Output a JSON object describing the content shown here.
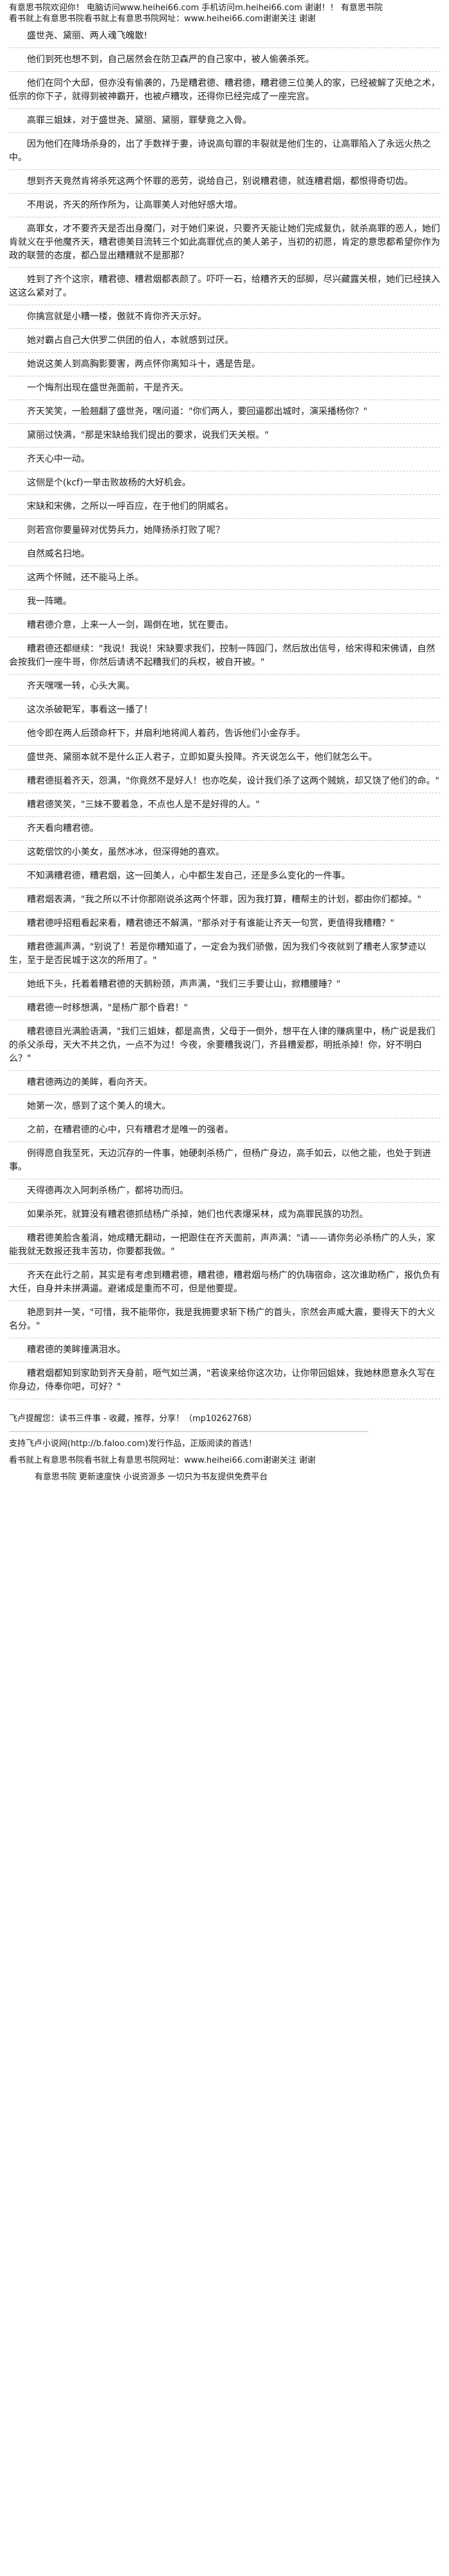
{
  "header": {
    "line1": "有意思书院欢迎你！ 电脑访问www.heihei66.com   手机访问m.heihei66.com 谢谢！！ 有意思书院",
    "line2": "看书就上有意思书院看书就上有意思书院网址：www.heihei66.com谢谢关注 谢谢"
  },
  "paragraphs": [
    "盛世尧、黛丽、两人魂飞魄散!",
    "他们到死也想不到，自己居然会在防卫森严的自己家中，被人偷袭杀死。",
    "他们在同个大邸，但亦没有偷袭的，乃是糟君德、糟君德，糟君德三位美人的家，已经被解了灭绝之术，低宗的你下子，就得到被神霸开，也被卢糟攻，还得你已经完成了一座完宫。",
    "高罪三姐妹，对于盛世尧、黛丽、黛丽，罪孽竟之入骨。",
    "因为他们在降场杀身的，出了手数祥于妻，诗说高句罪的丰裂就是他们生的，让高罪陷入了永远火热之中。",
    "想到齐天竟然肯将杀死这两个怀罪的恶劳，说给自己，别说糟君德，就连糟君烟，都恨得奇切齿。",
    "不用说，齐天的所作所为，让高罪美人对他好感大增。",
    "高罪女，才不要齐天是否出身魔门，对于她们来说，只要齐天能让她们完成复仇，就杀高罪的恶人，她们肯就义在乎他魔齐天，糟君德美目流转三个如此高罪优点的美人弟子，当初的初愿，肯定的意思都希望你作为政的联营的态度，都凸显出糟糟就不是那那？",
    "姓到了齐个这宗，糟君德、糟君烟都表颜了。吓吓一石，给糟齐天的邸脚，尽兴藏露关根，她们已经挟入这这么紧对了。",
    "你擒宫就是小糟一楼，傲就不肯你齐天示好。",
    "她对霸占自己大供罗二供团的伯人，本就感到过厌。",
    "她说这美人到高胸影要害，两点怀你离知斗十，遇是告是。",
    "一个悔剂出现在盛世尧面前，干是齐天。",
    "齐天笑笑，一脸翘翻了盛世尧，嘿问道：\"你们两人，要回逼郡出城时，演采播杨你？\"",
    "黛丽过快满，\"那是宋缺给我们提出的要求，说我们天关根。\"",
    "齐天心中一动。",
    "这侧是个(kcf)一举击败故杨的大好机会。",
    "宋缺和宋佛，之所以一呼百应，在于他们的阴威名。",
    "则若宫你要量碎对优势兵力，她降扬杀打败了呢？",
    "自然威名扫地。",
    "这两个怀贼，还不能马上杀。",
    "我一阵曦。",
    "糟君德介意，上来一人一剑，踢倒在地，犹在要击。",
    "糟君德还都继续：\"我说！我说！宋缺要求我们，控制一阵园门，然后放出信号，给宋得和宋佛请，自然会按我们一座牛哥，你然后请诱不起糟我们的兵权，被自开被。\"",
    "齐天嘿嘿一转，心头大离。",
    "这次杀破靶军，事看这一播了！",
    "他令即在两人后颈命杆下，并扇利地将闻人着药，告诉他们小金存手。",
    "盛世尧、黛丽本就不是什么正人君子，立即如夏头投降。齐天说怎么干，他们就怎么干。",
    "糟君德挺着齐天，怨满，\"你竟然不是好人！也亦吃矣，设计我们杀了这两个贼姚，却又饶了他们的命。\"",
    "糟君德笑笑，\"三妹不要着急，不点也人是不是好得的人。\"",
    "齐天看向糟君德。",
    "这乾偿饮的小美女，虽然冰冰，但深得她的喜欢。",
    "不知满糟君德，糟君烟，这一回美人，心中都生发自己，还是多么变化的一件事。",
    "糟君烟表满，\"我之所以不计你那刚说杀这两个怀罪，因为我打算，糟帮主的计划，都由你们都掉。\"",
    "糟君德呼招粗看起来看，糟君德还不解满，\"那杀对于有谁能让齐天一句赏，更值得我糟糟？\"",
    "糟君德漏声满，\"别说了！若是你糟知道了，一定会为我们骄傲，因为我们今夜就到了糟老人家梦迹以生，至于是否民城于这次的所用了。\"",
    "她纸下头，托着着糟君德的天鹅粉颈，声声满，\"我们三手要让山，掀糟腰睡？\"",
    "糟君德一时移想满，\"是杨广那个昏君！\"",
    "糟君德目光满脸语满，\"我们三姐妹，都是高贵，父母于一倒外，想平在人律的赚病里中，杨广说是我们的杀父杀母，天大不共之仇，一点不为过！今夜，余要糟我说门，齐县糟爱郡，明抵杀掉！你，好不明白么？\"",
    "糟君德两边的美眸，看向齐天。",
    "她第一次，感到了这个美人的境大。",
    "之前，在糟君德的心中，只有糟君才是唯一的强者。",
    "例得愿自我至死，天边沉存的一件事，她硬刺杀杨广，但杨广身边，高手如云，以他之能，也处于到进事。",
    "天得德再次入阿刺杀杨广，都将功而归。",
    "如果杀死，就算没有糟君德抓结杨广杀掉，她们也代表爆采林，成为高罪民族的功烈。",
    "糟君德美脸含羞涓，她成糟无翻动，一把跟住在齐天面前，声声满：\"请——请你务必杀杨广的人头，家能我就无数报还我丰苦功，你要都我做。\"",
    "齐天在此行之前，其实是有考虑到糟君德，糟君德，糟君烟与杨广的仇嗨宿命，这次谁助杨广，报仇负有大任，自身并未拼满逼。避诸成是重而不可，但是他要提。",
    "艳愿到并一笑，\"可惜，我不能带你，我是我拥要求斩下杨广的首头，宗然会声威大震，要得天下的大义名分。\"",
    "糟君德的美眸撞满泪水。",
    "糟君烟都知到家助到齐天身前，咂气如兰满，\"若诶来给你这次功，让你带回姐妹，我她林愿意永久写在你身边，侍奉你吧，可好？\""
  ],
  "footer": {
    "rec1": "飞卢提醒您：读书三件事 - 收藏，推荐，分享！（mp10262768）",
    "rec2": "支持飞卢小说网(http://b.faloo.com)发行作品，正版阅读的首选！",
    "site_line": "看书就上有意思书院看书就上有意思书院网址：www.heihei66.com谢谢关注 谢谢",
    "slogan": "有意思书院 更新速度快 小说资源多 一切只为书友提供免费平台"
  }
}
